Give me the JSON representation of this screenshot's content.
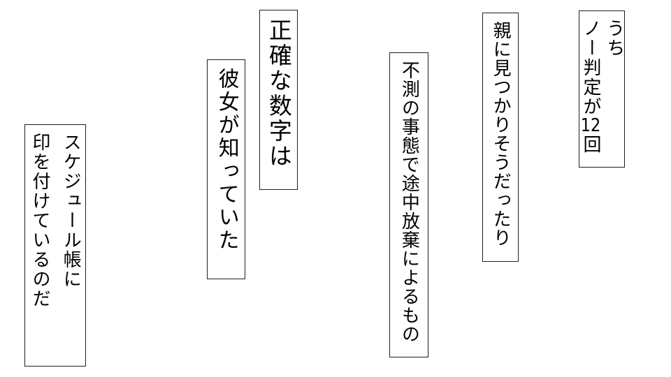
{
  "page": {
    "background": "#ffffff",
    "text_color": "#000000",
    "border_color": "#1f1f1f"
  },
  "boxes": [
    {
      "id": "schedule-book",
      "text": "スケジュール帳に\n印を付けているのだ"
    },
    {
      "id": "she-knew",
      "text": "彼女が知っていた"
    },
    {
      "id": "exact-number",
      "text": "正確な数字は"
    },
    {
      "id": "unforeseen-abandon",
      "text": "不測の事態で途中放棄によるもの"
    },
    {
      "id": "almost-found-by-parents",
      "text": "親に見つかりそうだったり"
    },
    {
      "id": "no-judgement-count",
      "text": "うち\nノー判定が12回"
    }
  ]
}
